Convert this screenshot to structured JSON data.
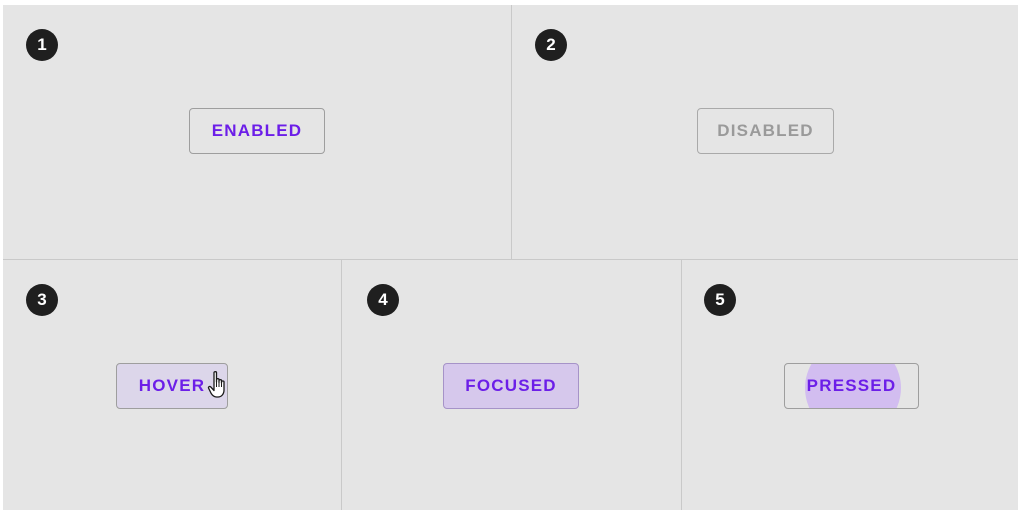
{
  "panels": [
    {
      "badge": "1",
      "button_label": "ENABLED"
    },
    {
      "badge": "2",
      "button_label": "DISABLED"
    },
    {
      "badge": "3",
      "button_label": "HOVER"
    },
    {
      "badge": "4",
      "button_label": "FOCUSED"
    },
    {
      "badge": "5",
      "button_label": "PRESSED"
    }
  ],
  "colors": {
    "background": "#e5e5e5",
    "accent": "#6c1ee8",
    "disabled_text": "#9a9a9a",
    "badge_bg": "#1f1f1f",
    "hover_fill": "#dcd6ea",
    "focused_fill": "#d6c8ec",
    "ripple": "#d2bdf0"
  },
  "icons": {
    "hover_cursor": "hand-pointer-icon"
  }
}
